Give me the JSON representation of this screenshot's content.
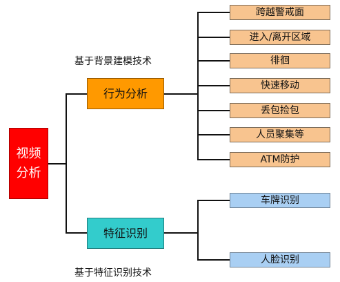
{
  "root": {
    "label": "视频分析",
    "color": "#ff0000"
  },
  "branches": [
    {
      "label": "行为分析",
      "caption": "基于背景建模技术",
      "color": "#ff9900",
      "items": [
        "跨越警戒面",
        "进入/离开区域",
        "徘徊",
        "快速移动",
        "丢包捡包",
        "人员聚集等",
        "ATM防护"
      ],
      "item_color": "#f8c48f"
    },
    {
      "label": "特征识别",
      "caption": "基于特征识别技术",
      "color": "#33cccc",
      "items": [
        "车牌识别",
        "人脸识别"
      ],
      "item_color": "#a9cff3"
    }
  ]
}
